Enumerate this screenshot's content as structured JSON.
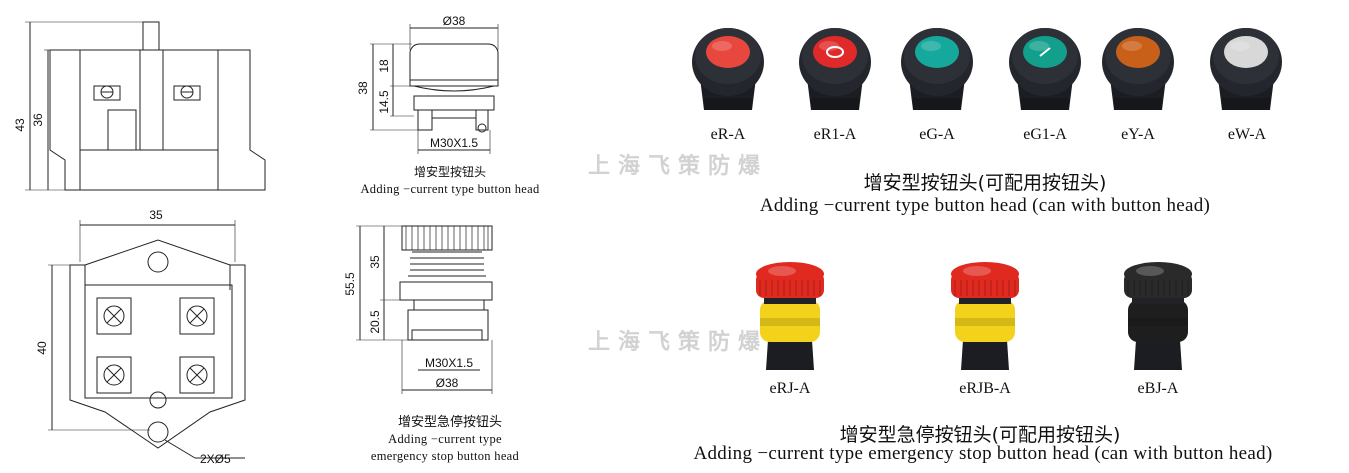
{
  "drawing_base": {
    "dims": {
      "h43": "43",
      "h36": "36",
      "w35": "35",
      "h40": "40",
      "holes": "2XØ5"
    }
  },
  "drawing_head": {
    "dims": {
      "d38": "Ø38",
      "h38": "38",
      "h18": "18",
      "h14_5": "14.5",
      "thread": "M30X1.5"
    },
    "caption_cn": "增安型按钮头",
    "caption_en": "Adding −current type button head"
  },
  "drawing_estop": {
    "dims": {
      "h55_5": "55.5",
      "h35": "35",
      "h20_5": "20.5",
      "thread": "M30X1.5",
      "d38": "Ø38"
    },
    "caption_cn": "增安型急停按钮头",
    "caption_en_1": "Adding −current type",
    "caption_en_2": "emergency stop button head"
  },
  "watermark": "上海飞策防爆",
  "button_heads": {
    "items": [
      {
        "label": "eR-A",
        "color": "#e8473d",
        "mark": ""
      },
      {
        "label": "eR1-A",
        "color": "#e02a2a",
        "mark": "O"
      },
      {
        "label": "eG-A",
        "color": "#15a89c",
        "mark": ""
      },
      {
        "label": "eG1-A",
        "color": "#12a08c",
        "mark": "I"
      },
      {
        "label": "eY-A",
        "color": "#c8601a",
        "mark": ""
      },
      {
        "label": "eW-A",
        "color": "#d8d8d8",
        "mark": ""
      }
    ],
    "title_cn": "增安型按钮头(可配用按钮头)",
    "title_en": "Adding −current type button head (can with button head)"
  },
  "estop_heads": {
    "items": [
      {
        "label": "eRJ-A",
        "cap_color": "#e02a20",
        "ring_color": "#f2d21a"
      },
      {
        "label": "eRJB-A",
        "cap_color": "#e02a20",
        "ring_color": "#f2d21a"
      },
      {
        "label": "eBJ-A",
        "cap_color": "#2a2a2a",
        "ring_color": "#1e1e1e"
      }
    ],
    "title_cn": "增安型急停按钮头(可配用按钮头)",
    "title_en": "Adding −current type emergency stop button head (can with button head)"
  }
}
